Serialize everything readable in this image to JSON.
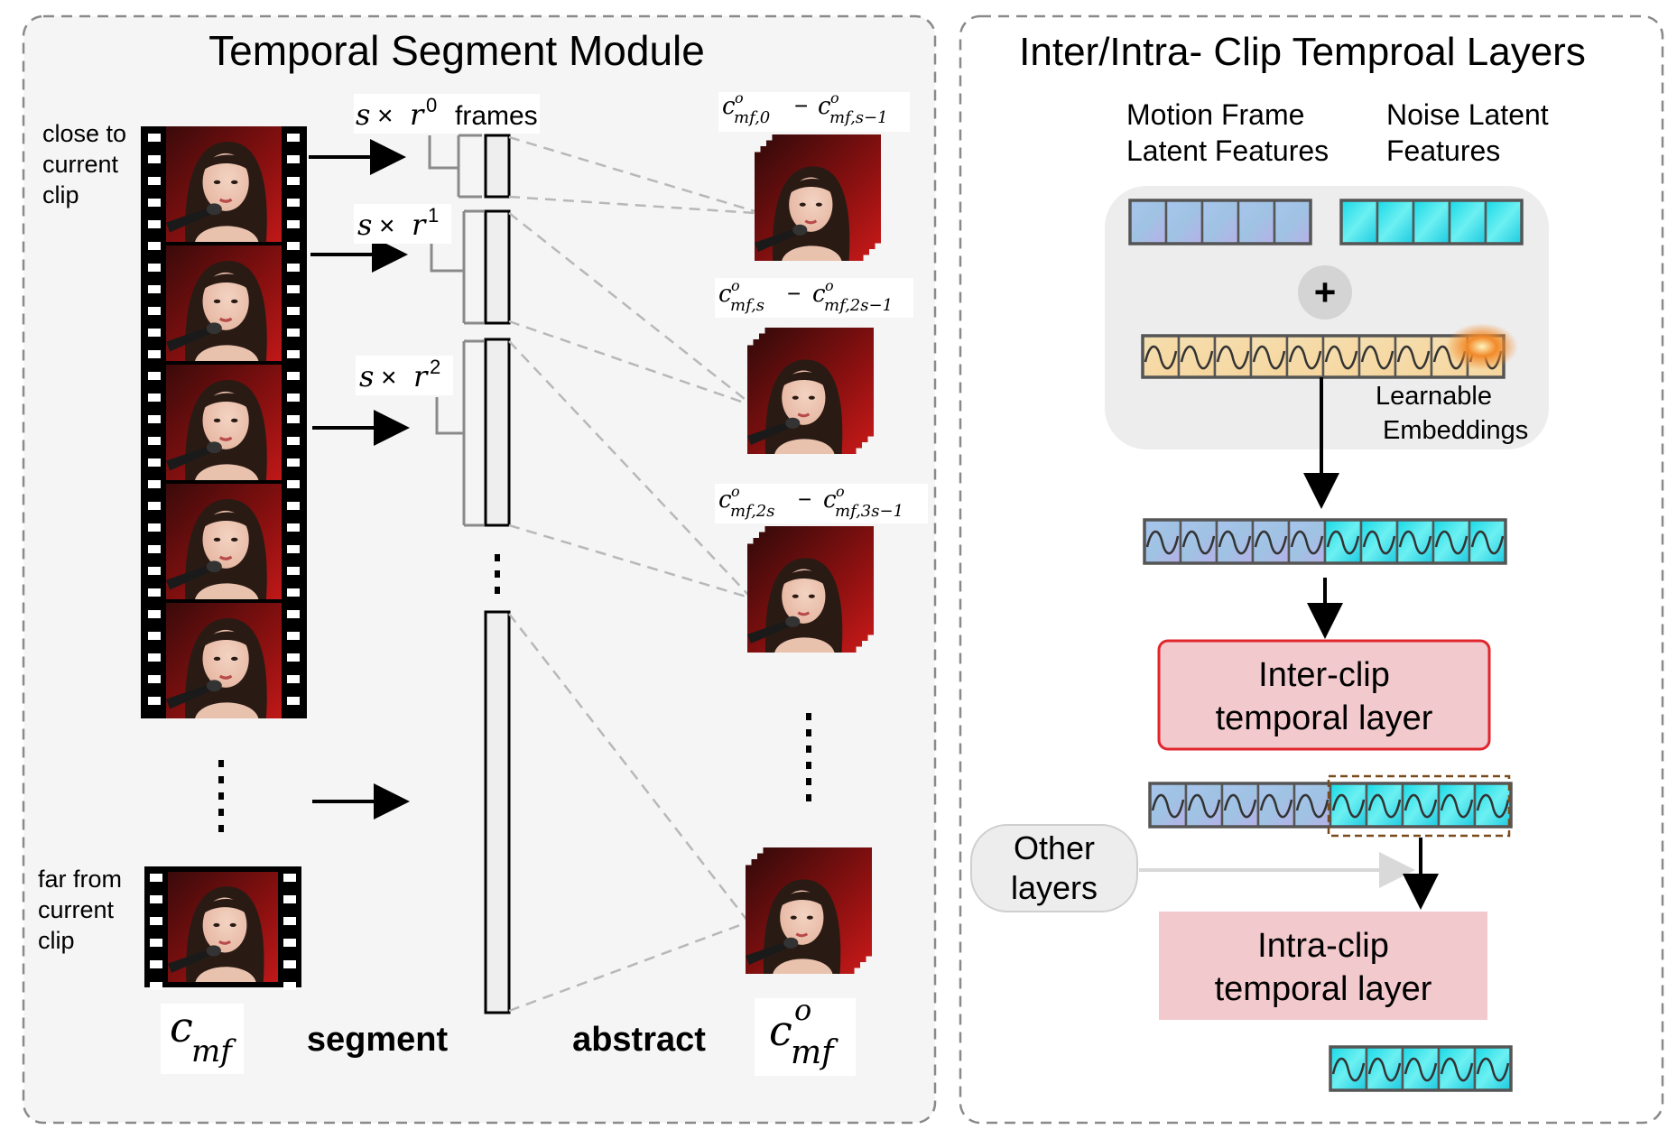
{
  "left_panel": {
    "title": "Temporal Segment Module",
    "labels": {
      "close_line1": "close to",
      "close_line2": "current",
      "close_line3": "clip",
      "far_line1": "far from",
      "far_line2": "current",
      "far_line3": "clip",
      "frames": "frames",
      "segment": "segment",
      "abstract": "abstract"
    },
    "math": {
      "s": "s",
      "times": "×",
      "r": "r",
      "exp0": "0",
      "exp1": "1",
      "exp2": "2",
      "c": "c",
      "o": "o",
      "mf": "mf",
      "seg1_a": "mf,0",
      "seg1_b": "mf,s−1",
      "seg2_a": "mf,s",
      "seg2_b": "mf,2s−1",
      "seg3_a": "mf,2s",
      "seg3_b": "mf,3s−1",
      "minus": "−"
    }
  },
  "right_panel": {
    "title": "Inter/Intra- Clip Temproal Layers",
    "motion_label_1": "Motion Frame",
    "motion_label_2": "Latent Features",
    "noise_label_1": "Noise Latent",
    "noise_label_2": "Features",
    "plus": "+",
    "learnable_1": "Learnable",
    "learnable_2": "Embeddings",
    "inter_1": "Inter-clip",
    "inter_2": "temporal layer",
    "intra_1": "Intra-clip",
    "intra_2": "temporal layer",
    "other_1": "Other",
    "other_2": "layers"
  },
  "colors": {
    "motion_token": "#9fb9e6",
    "noise_token": "#2fe0ea",
    "learnable_token": "#f2d9a6",
    "inter_fill": "#f2c9cc",
    "inter_border": "#e0262c",
    "intra_fill": "#f2c9cc"
  }
}
